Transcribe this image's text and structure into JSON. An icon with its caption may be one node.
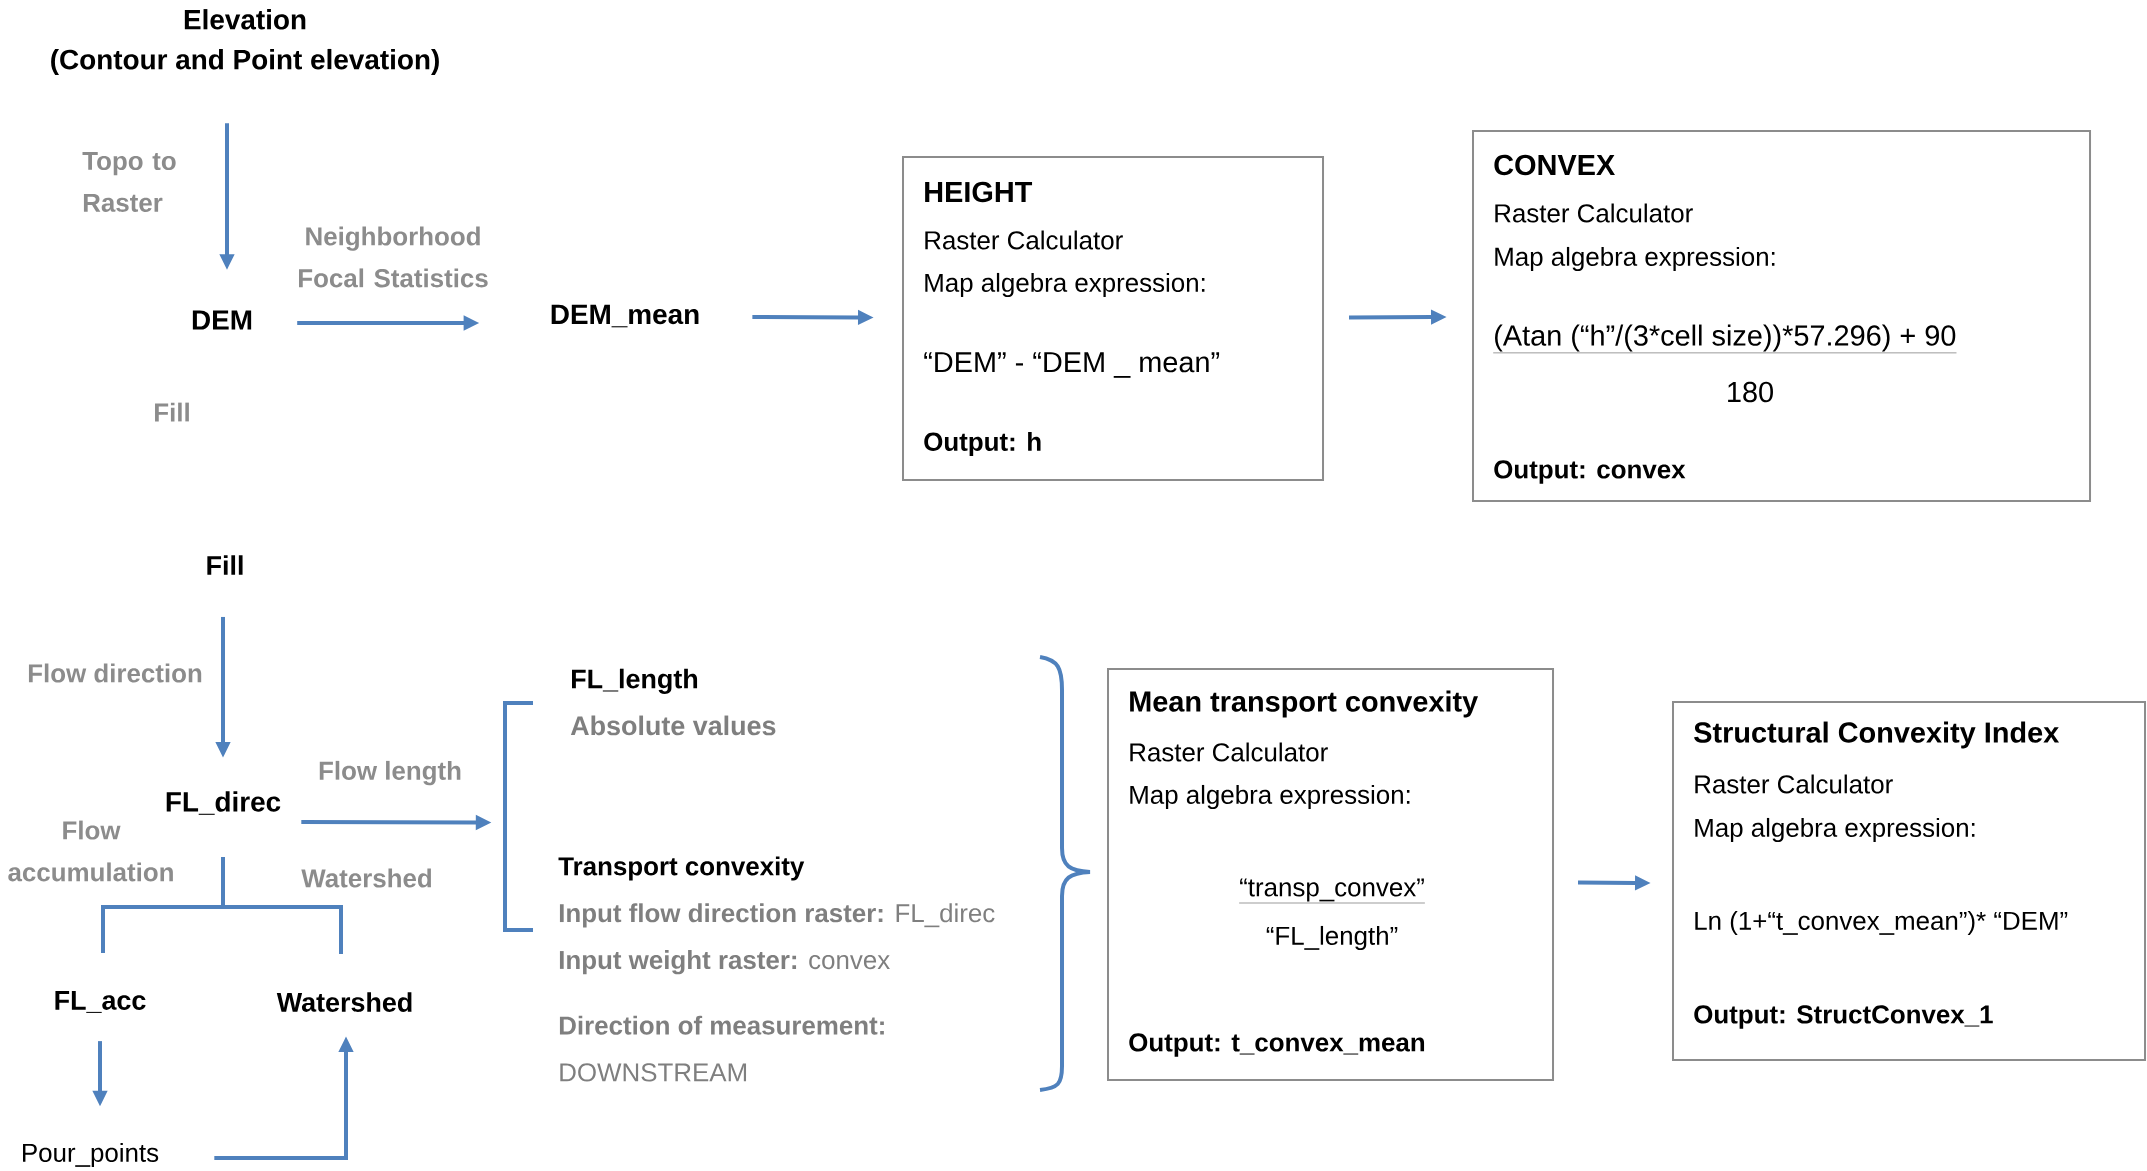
{
  "diagram": {
    "nodes": [
      {
        "text": [
          "Elevation",
          "(Contour and Point elevation)"
        ]
      },
      {
        "text": [
          "DEM"
        ]
      },
      {
        "text": [
          "DEM_mean"
        ]
      },
      {
        "text": [
          "HEIGHT",
          "Raster Calculator",
          "Map algebra expression:",
          "“DEM” - “DEM _ mean”",
          "Output: h"
        ]
      },
      {
        "text": [
          "CONVEX",
          "Raster Calculator",
          "Map algebra expression:",
          "(Atan (“h”/(3*cell size))*57.296) + 90",
          "180",
          "Output: convex"
        ]
      },
      {
        "text": [
          "Fill"
        ]
      },
      {
        "text": [
          "FL_direc"
        ]
      },
      {
        "text": [],
        "shape": "bracket"
      },
      {
        "text": [
          "FL_length",
          "Absolute values"
        ]
      },
      {
        "text": [
          "Transport convexity",
          "**Input flow direction raster:** FL_direc",
          "**Input weight raster:** convex",
          "**Direction of measurement:** DOWNSTREAM"
        ]
      },
      {
        "text": [
          "Mean transport convexity",
          "Raster Calculator",
          "Map algebra expression:",
          "“transp_convex”",
          "“FL_length”",
          "Output: t_convex_mean"
        ]
      },
      {
        "text": [
          "Structural Convexity Index",
          "Raster Calculator",
          "Map algebra expression:",
          "Ln (1+“t_convex_mean”)* “DEM”",
          "Output: StructConvex_1"
        ]
      },
      {
        "text": [
          "FL_acc"
        ]
      },
      {
        "text": [
          "Watershed"
        ]
      },
      {
        "text": [
          "Pour_points"
        ]
      }
    ],
    "edges": [
      {
        "from": 0,
        "to": 1,
        "arrow": "to",
        "label": "Topo to Raster"
      },
      {
        "from": 1,
        "to": 2,
        "arrow": "to",
        "label": "Neighborhood Focal Statistics"
      },
      {
        "from": 2,
        "to": 3,
        "arrow": "to"
      },
      {
        "from": 3,
        "to": 4,
        "arrow": "to"
      },
      {
        "from": 5,
        "to": 6,
        "arrow": "to",
        "label": "Flow direction"
      },
      {
        "from": 6,
        "to": 7,
        "arrow": "to",
        "label": "Flow length"
      },
      {
        "from": 6,
        "to": 12,
        "arrow": "none",
        "label": "Flow accumulation"
      },
      {
        "from": 6,
        "to": 13,
        "arrow": "none",
        "label": "Watershed"
      },
      {
        "from": 12,
        "to": 14,
        "arrow": "to"
      },
      {
        "from": 14,
        "to": 13,
        "arrow": "to"
      },
      {
        "from": 10,
        "to": 11,
        "arrow": "to"
      }
    ],
    "labels": [
      "Fill"
    ]
  }
}
